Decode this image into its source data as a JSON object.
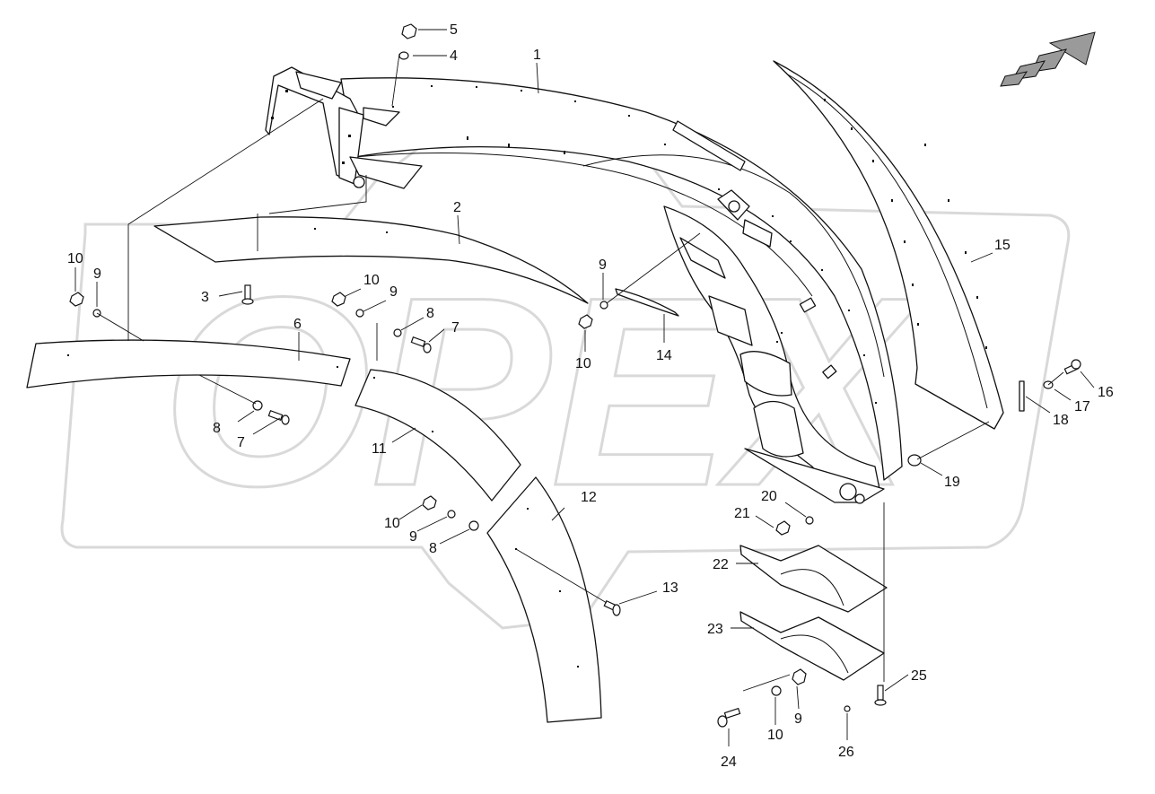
{
  "watermark": {
    "text": "OPEX"
  },
  "colors": {
    "line": "#111111",
    "watermark": "#d9d9d9",
    "background": "#ffffff",
    "arrow_fill": "#9a9a9a"
  },
  "direction_arrow": {
    "icon": "forward-direction-arrow-icon"
  },
  "callouts": [
    {
      "id": "c1",
      "text": "1"
    },
    {
      "id": "c2",
      "text": "2"
    },
    {
      "id": "c3",
      "text": "3"
    },
    {
      "id": "c4",
      "text": "4"
    },
    {
      "id": "c5",
      "text": "5"
    },
    {
      "id": "c6",
      "text": "6"
    },
    {
      "id": "c7a",
      "text": "7"
    },
    {
      "id": "c7b",
      "text": "7"
    },
    {
      "id": "c8a",
      "text": "8"
    },
    {
      "id": "c8b",
      "text": "8"
    },
    {
      "id": "c8c",
      "text": "8"
    },
    {
      "id": "c9a",
      "text": "9"
    },
    {
      "id": "c9b",
      "text": "9"
    },
    {
      "id": "c9c",
      "text": "9"
    },
    {
      "id": "c9d",
      "text": "9"
    },
    {
      "id": "c9e",
      "text": "9"
    },
    {
      "id": "c10a",
      "text": "10"
    },
    {
      "id": "c10b",
      "text": "10"
    },
    {
      "id": "c10c",
      "text": "10"
    },
    {
      "id": "c10d",
      "text": "10"
    },
    {
      "id": "c10e",
      "text": "10"
    },
    {
      "id": "c11",
      "text": "11"
    },
    {
      "id": "c12",
      "text": "12"
    },
    {
      "id": "c13",
      "text": "13"
    },
    {
      "id": "c14",
      "text": "14"
    },
    {
      "id": "c15",
      "text": "15"
    },
    {
      "id": "c16",
      "text": "16"
    },
    {
      "id": "c17",
      "text": "17"
    },
    {
      "id": "c18",
      "text": "18"
    },
    {
      "id": "c19",
      "text": "19"
    },
    {
      "id": "c20",
      "text": "20"
    },
    {
      "id": "c21",
      "text": "21"
    },
    {
      "id": "c22",
      "text": "22"
    },
    {
      "id": "c23",
      "text": "23"
    },
    {
      "id": "c24",
      "text": "24"
    },
    {
      "id": "c25",
      "text": "25"
    },
    {
      "id": "c26",
      "text": "26"
    }
  ]
}
